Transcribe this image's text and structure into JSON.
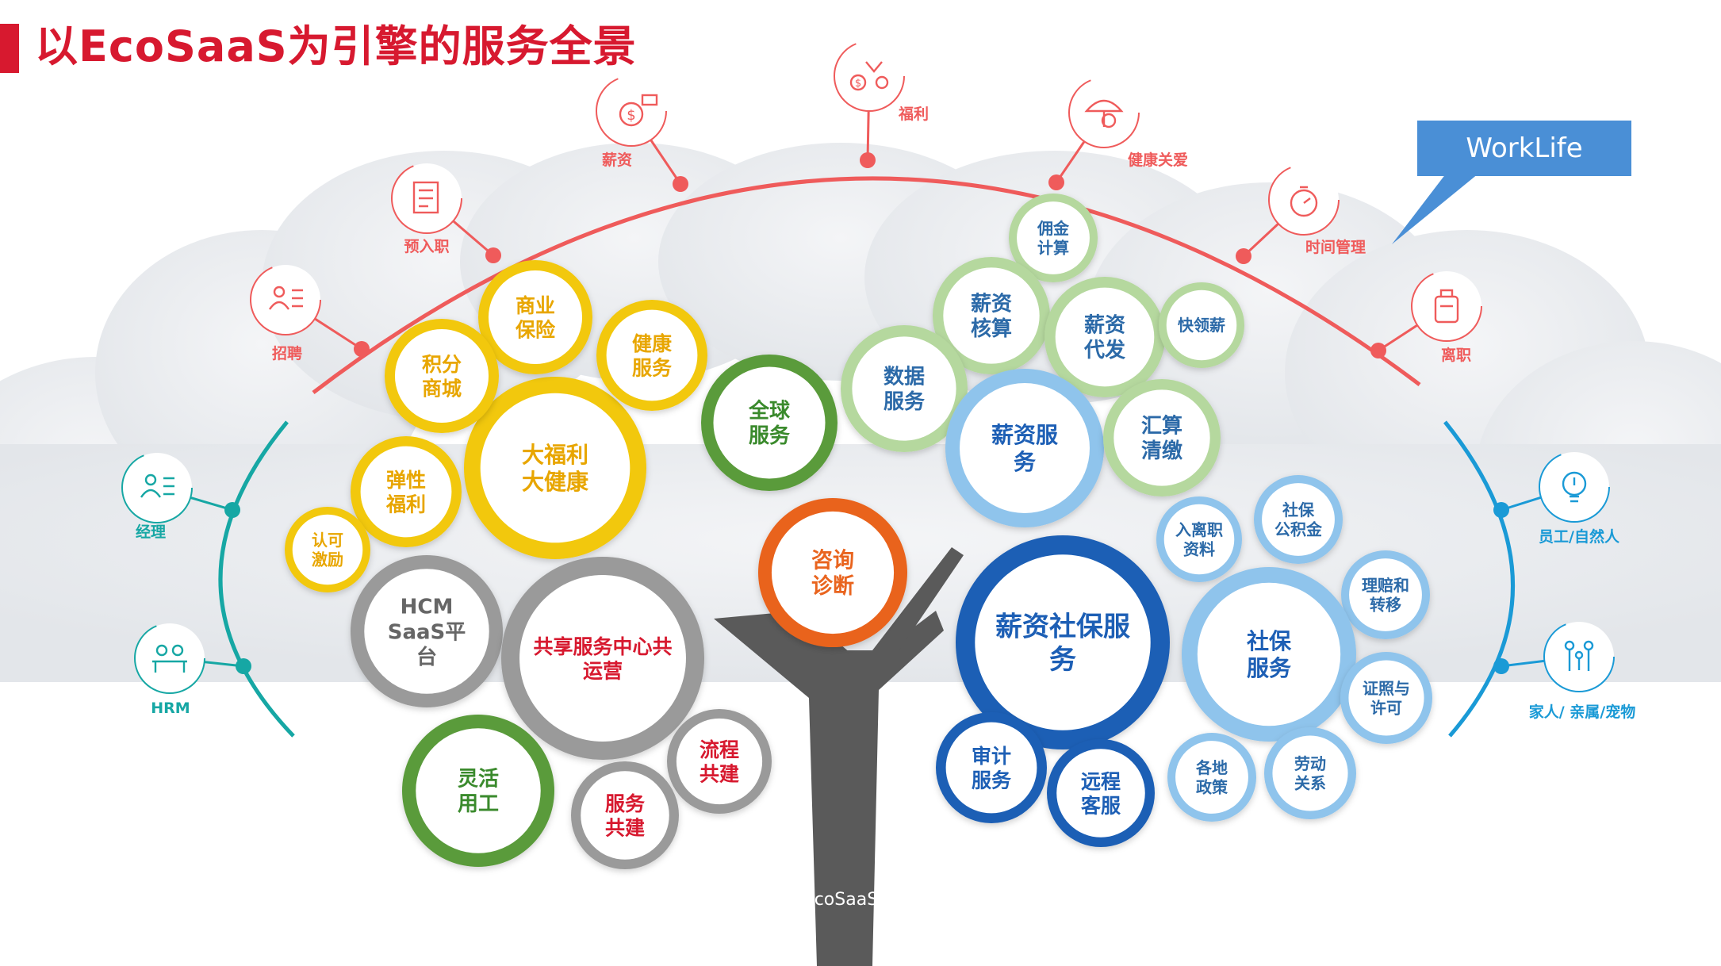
{
  "title": "以EcoSaaS为引擎的服务全景",
  "colors": {
    "title_red": "#d7192f",
    "arc_red": "#ef5b5b",
    "teal": "#16a7a4",
    "blue": "#1a9ad6",
    "yellow": "#f2c811",
    "yellow_text": "#e8a600",
    "green": "#5a9b3a",
    "green_text": "#3a8a2c",
    "gray": "#9a9a9a",
    "orange": "#e9641e",
    "navy": "#1d5fb5",
    "lightgreen": "#b5d89e",
    "lightblue": "#8fc4ec",
    "trunk": "#5a5a5a"
  },
  "callout": {
    "label": "WorkLife"
  },
  "trunk": {
    "label": "EcoSaaS"
  },
  "top_arc_items": [
    {
      "label": "招聘",
      "icon": "recruit-icon"
    },
    {
      "label": "预入职",
      "icon": "form-icon"
    },
    {
      "label": "薪资",
      "icon": "money-bag-icon"
    },
    {
      "label": "福利",
      "icon": "welfare-icon"
    },
    {
      "label": "健康关爱",
      "icon": "umbrella-icon"
    },
    {
      "label": "时间管理",
      "icon": "stopwatch-icon"
    },
    {
      "label": "离职",
      "icon": "suitcase-icon"
    }
  ],
  "left_arc_items": [
    {
      "label": "经理",
      "icon": "manager-icon"
    },
    {
      "label": "HRM",
      "icon": "meeting-icon"
    }
  ],
  "right_arc_items": [
    {
      "label": "员工/自然人",
      "icon": "idea-person-icon"
    },
    {
      "label": "家人/ 亲属/宠物",
      "icon": "family-icon"
    }
  ],
  "bubbles": {
    "dafuli": "大福利\n大健康",
    "shangye": "商业\n保险",
    "jifen": "积分\n商城",
    "jiankang": "健康\n服务",
    "tanxing": "弹性\n福利",
    "renke": "认可\n激励",
    "quanqiu": "全球\n服务",
    "zixun": "咨询\n诊断",
    "hcm": "HCM\nSaaS平\n台",
    "gongxiang": "共享服务中心共\n运营",
    "linghuo": "灵活\n用工",
    "liucheng": "流程\n共建",
    "fuwu_gongjian": "服务\n共建",
    "yongjin": "佣金\n计算",
    "xinzi_hesuan": "薪资\n核算",
    "xinzi_daifa": "薪资\n代发",
    "kuailingxin": "快领薪",
    "shuju": "数据\n服务",
    "xinzi_fuwu": "薪资服\n务",
    "huisuan": "汇算\n清缴",
    "rulizhi": "入离职\n资料",
    "shebao_gjj": "社保\n公积金",
    "lipei": "理赔和\n转移",
    "xinzi_shebao": "薪资社保服\n务",
    "shebao_fuwu": "社保\n服务",
    "zhengzhao": "证照与\n许可",
    "shenji": "审计\n服务",
    "yuancheng": "远程\n客服",
    "gedi": "各地\n政策",
    "laodong": "劳动\n关系"
  }
}
